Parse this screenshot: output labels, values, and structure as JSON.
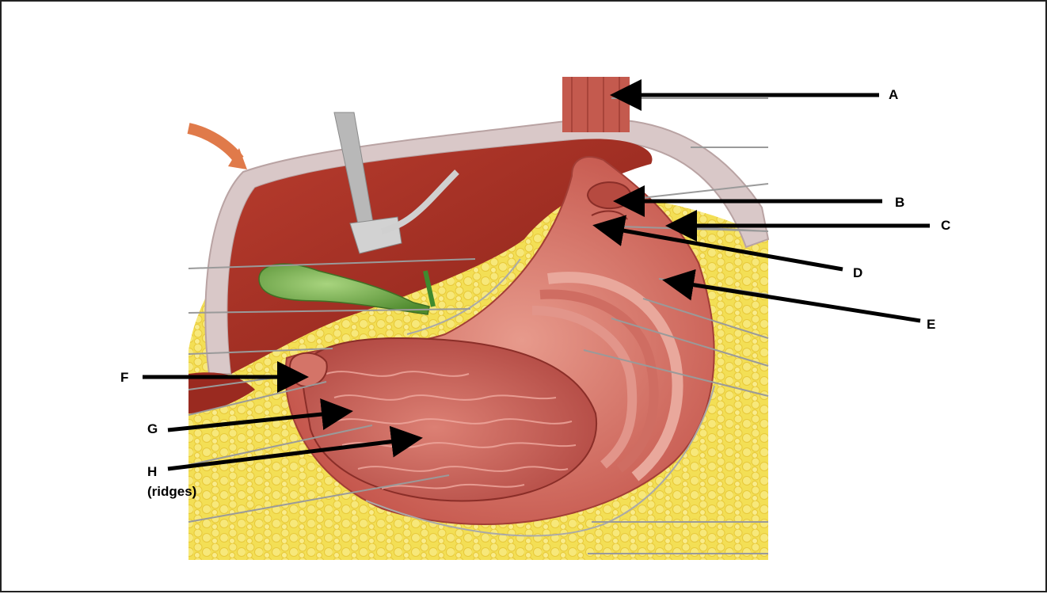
{
  "labels": {
    "A": "A",
    "B": "B",
    "C": "C",
    "D": "D",
    "E": "E",
    "F": "F",
    "G": "G",
    "H": "H",
    "H_note": "(ridges)"
  },
  "colors": {
    "arrow": "#000000",
    "leader_line": "#9a9a9a",
    "liver": "#a8322a",
    "gallbladder": "#6aa84f",
    "fat": "#f4e04d",
    "stomach_wall": "#d8736a",
    "rugae": "#c85a52",
    "peritoneum": "#d9c8c8"
  },
  "icons": {
    "retractor": "retractor-icon",
    "direction_arrow": "curved-arrow-icon"
  }
}
